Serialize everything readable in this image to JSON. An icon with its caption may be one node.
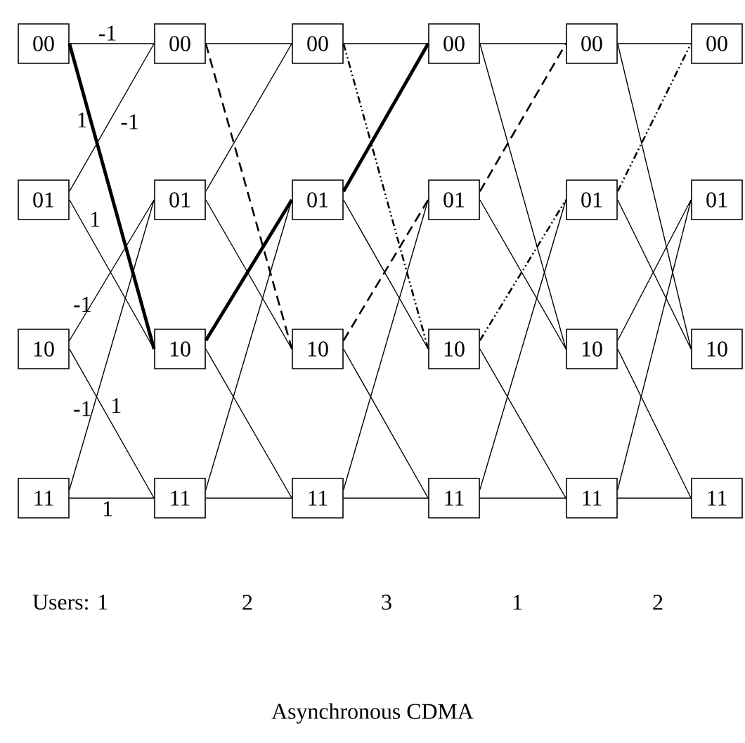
{
  "diagram": {
    "caption": "Asynchronous CDMA",
    "nodes": [
      {
        "text": [
          "00"
        ]
      },
      {
        "text": [
          "01"
        ]
      },
      {
        "text": [
          "10"
        ]
      },
      {
        "text": [
          "11"
        ]
      },
      {
        "text": [
          "00"
        ]
      },
      {
        "text": [
          "01"
        ]
      },
      {
        "text": [
          "10"
        ]
      },
      {
        "text": [
          "11"
        ]
      },
      {
        "text": [
          "00"
        ]
      },
      {
        "text": [
          "01"
        ]
      },
      {
        "text": [
          "10"
        ]
      },
      {
        "text": [
          "11"
        ]
      },
      {
        "text": [
          "00"
        ]
      },
      {
        "text": [
          "01"
        ]
      },
      {
        "text": [
          "10"
        ]
      },
      {
        "text": [
          "11"
        ]
      },
      {
        "text": [
          "00"
        ]
      },
      {
        "text": [
          "01"
        ]
      },
      {
        "text": [
          "10"
        ]
      },
      {
        "text": [
          "11"
        ]
      },
      {
        "text": [
          "00"
        ]
      },
      {
        "text": [
          "01"
        ]
      },
      {
        "text": [
          "10"
        ]
      },
      {
        "text": [
          "11"
        ]
      }
    ],
    "edges": [
      {
        "from": 0,
        "to": 4,
        "arrow": "none",
        "label": "-1"
      },
      {
        "from": 0,
        "to": 6,
        "arrow": "none",
        "label": "1",
        "style": "thick"
      },
      {
        "from": 1,
        "to": 4,
        "arrow": "none",
        "label": "-1"
      },
      {
        "from": 1,
        "to": 6,
        "arrow": "none",
        "label": "1"
      },
      {
        "from": 2,
        "to": 5,
        "arrow": "none",
        "label": "-1"
      },
      {
        "from": 2,
        "to": 7,
        "arrow": "none",
        "label": "1"
      },
      {
        "from": 3,
        "to": 5,
        "arrow": "none",
        "label": "-1"
      },
      {
        "from": 3,
        "to": 7,
        "arrow": "none",
        "label": "1"
      },
      {
        "from": 4,
        "to": 8,
        "arrow": "none"
      },
      {
        "from": 4,
        "to": 10,
        "arrow": "none",
        "style": "dashed"
      },
      {
        "from": 5,
        "to": 8,
        "arrow": "none"
      },
      {
        "from": 5,
        "to": 10,
        "arrow": "none"
      },
      {
        "from": 6,
        "to": 9,
        "arrow": "none",
        "style": "thick"
      },
      {
        "from": 6,
        "to": 11,
        "arrow": "none"
      },
      {
        "from": 7,
        "to": 9,
        "arrow": "none"
      },
      {
        "from": 7,
        "to": 11,
        "arrow": "none"
      },
      {
        "from": 8,
        "to": 12,
        "arrow": "none"
      },
      {
        "from": 8,
        "to": 14,
        "arrow": "none",
        "style": "dashed"
      },
      {
        "from": 9,
        "to": 12,
        "arrow": "none",
        "style": "thick"
      },
      {
        "from": 9,
        "to": 14,
        "arrow": "none"
      },
      {
        "from": 10,
        "to": 13,
        "arrow": "none",
        "style": "dashed"
      },
      {
        "from": 10,
        "to": 15,
        "arrow": "none"
      },
      {
        "from": 11,
        "to": 13,
        "arrow": "none"
      },
      {
        "from": 11,
        "to": 15,
        "arrow": "none"
      },
      {
        "from": 12,
        "to": 16,
        "arrow": "none"
      },
      {
        "from": 12,
        "to": 18,
        "arrow": "none"
      },
      {
        "from": 13,
        "to": 16,
        "arrow": "none",
        "style": "dashed"
      },
      {
        "from": 13,
        "to": 18,
        "arrow": "none"
      },
      {
        "from": 14,
        "to": 17,
        "arrow": "none",
        "style": "dashed"
      },
      {
        "from": 14,
        "to": 19,
        "arrow": "none"
      },
      {
        "from": 15,
        "to": 17,
        "arrow": "none"
      },
      {
        "from": 15,
        "to": 19,
        "arrow": "none"
      },
      {
        "from": 16,
        "to": 20,
        "arrow": "none"
      },
      {
        "from": 16,
        "to": 22,
        "arrow": "none"
      },
      {
        "from": 17,
        "to": 20,
        "arrow": "none",
        "style": "dashed"
      },
      {
        "from": 17,
        "to": 22,
        "arrow": "none"
      },
      {
        "from": 18,
        "to": 21,
        "arrow": "none"
      },
      {
        "from": 18,
        "to": 23,
        "arrow": "none"
      },
      {
        "from": 19,
        "to": 21,
        "arrow": "none"
      },
      {
        "from": 19,
        "to": 23,
        "arrow": "none"
      }
    ],
    "labels": [
      "Users: 1",
      "2",
      "3",
      "1",
      "2"
    ]
  }
}
